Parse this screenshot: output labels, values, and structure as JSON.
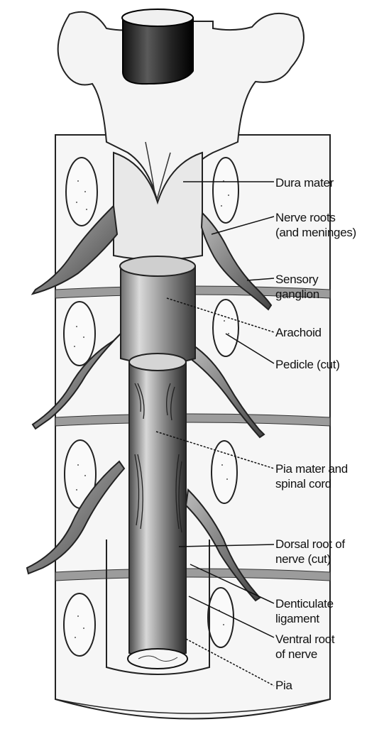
{
  "labels": {
    "dura_mater": "Dura mater",
    "nerve_roots": [
      "Nerve roots",
      "(and meninges)"
    ],
    "sensory_ganglion": [
      "Sensory",
      "ganglion"
    ],
    "arachoid": "Arachoid",
    "pedicle": "Pedicle (cut)",
    "pia_mater": [
      "Pia mater and",
      "spinal cord"
    ],
    "dorsal_root": [
      "Dorsal root of",
      "nerve (cut)"
    ],
    "denticulate": [
      "Denticulate",
      "ligament"
    ],
    "ventral_root": [
      "Ventral root",
      "of nerve"
    ],
    "pia": "Pia"
  }
}
